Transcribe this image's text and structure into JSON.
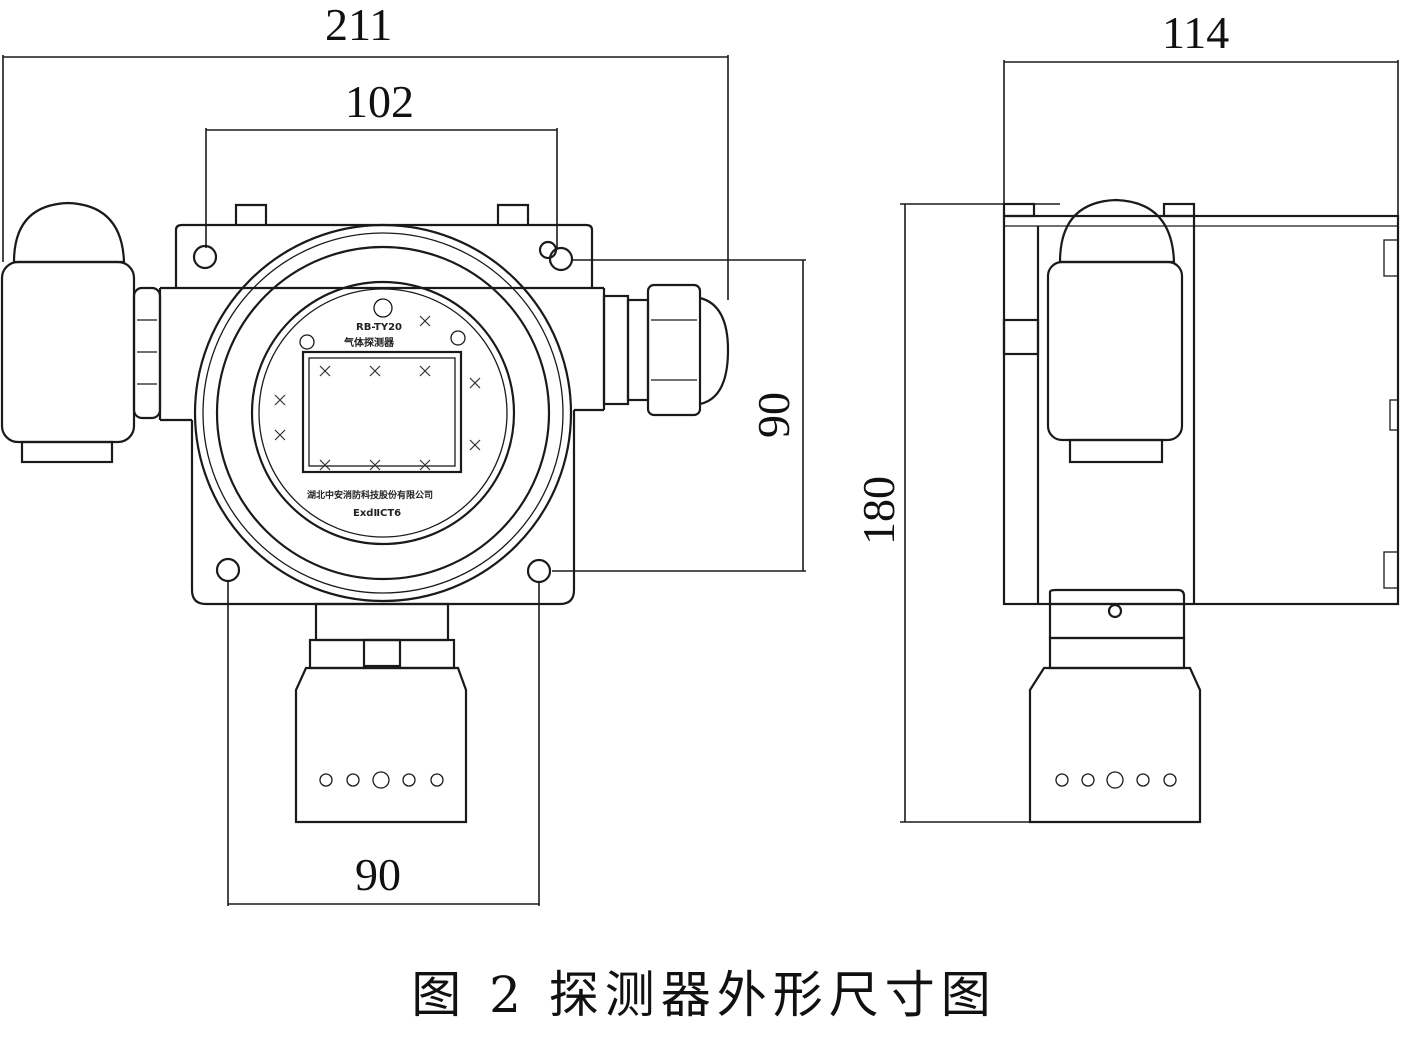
{
  "caption": "图 2 探测器外形尺寸图",
  "dimensions": {
    "front_overall_width": "211",
    "front_mount_hole_width": "102",
    "front_mount_hole_height": "90",
    "front_bottom_hole_spacing": "90",
    "side_depth": "114",
    "side_overall_height": "180"
  },
  "panel_markings": {
    "model": "RB-TY20",
    "name": "气体探测器",
    "maker": "湖北中安消防科技股份有限公司",
    "ex": "ExdⅡCT6"
  }
}
